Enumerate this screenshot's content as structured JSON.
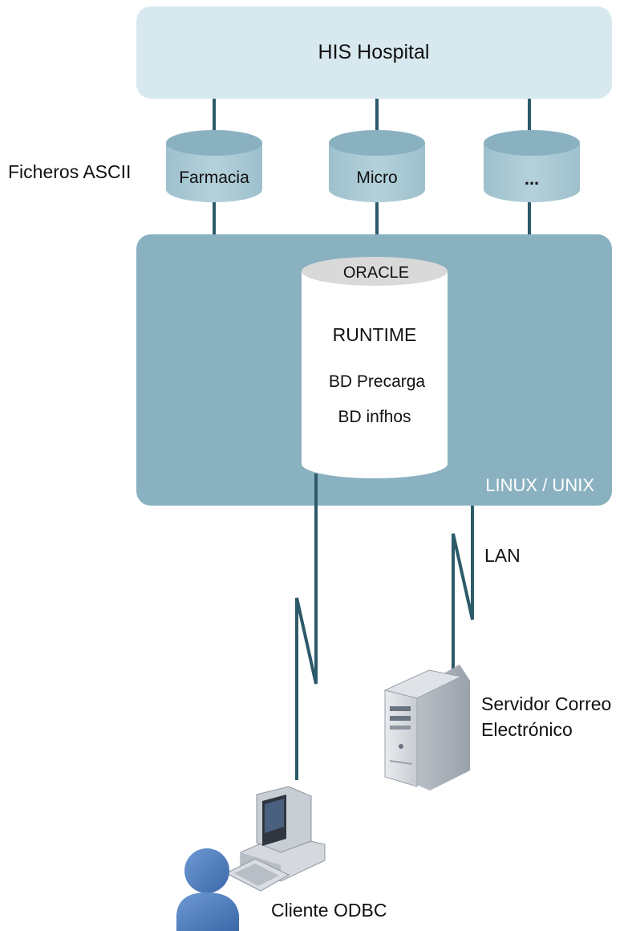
{
  "hospital": {
    "title": "HIS Hospital"
  },
  "ascii_files": {
    "caption": "Ficheros ASCII",
    "items": [
      {
        "label": "Farmacia"
      },
      {
        "label": "Micro"
      },
      {
        "label": "..."
      }
    ]
  },
  "server": {
    "db_cap_label": "ORACLE",
    "runtime_label": "RUNTIME",
    "db_lines": [
      "BD Precarga",
      "BD infhos"
    ],
    "os_label": "LINUX / UNIX"
  },
  "network": {
    "lan_label": "LAN"
  },
  "mail_server": {
    "label_line1": "Servidor Correo",
    "label_line2": "Electrónico"
  },
  "client": {
    "label": "Cliente ODBC"
  },
  "colors": {
    "his_box": "#d7e8ee",
    "server_box": "#8ab1c0",
    "cylinder_light": "#a8c9d4",
    "cylinder_top": "#8ab1c0",
    "connector": "#2d5a6a",
    "oracle_cap": "#d9d9d9",
    "person_blue": "#4a7ec0"
  }
}
